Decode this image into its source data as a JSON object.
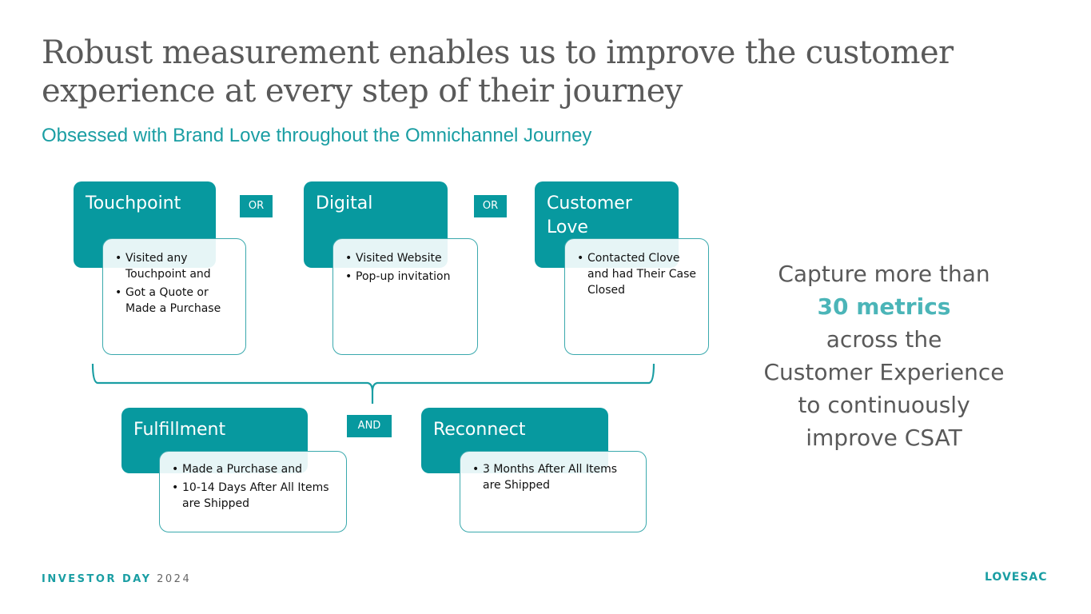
{
  "slide": {
    "title": "Robust measurement enables us to improve the customer experience at every step of their journey",
    "subtitle": "Obsessed with Brand Love throughout the Omnichannel Journey"
  },
  "diagram": {
    "top_row": [
      {
        "heading": "Touchpoint",
        "bullets": [
          "Visited any Touchpoint and",
          "Got a Quote or Made a Purchase"
        ]
      },
      {
        "heading": "Digital",
        "bullets": [
          "Visited Website",
          "Pop-up invitation"
        ]
      },
      {
        "heading": "Customer Love",
        "bullets": [
          "Contacted Clove and had Their Case Closed"
        ]
      }
    ],
    "top_connectors": [
      "OR",
      "OR"
    ],
    "bottom_row": [
      {
        "heading": "Fulfillment",
        "bullets": [
          "Made a Purchase and",
          "10-14 Days After All Items are Shipped"
        ]
      },
      {
        "heading": "Reconnect",
        "bullets": [
          "3 Months After All Items are Shipped"
        ]
      }
    ],
    "bottom_connector": "AND"
  },
  "callout": {
    "line1": "Capture more than",
    "highlight": "30 metrics",
    "line3": "across the",
    "line4": "Customer Experience",
    "line5": "to continuously",
    "line6": "improve CSAT"
  },
  "footer": {
    "event": "INVESTOR DAY",
    "year": "2024",
    "logo": "LOVESAC"
  },
  "colors": {
    "accent": "#07999f",
    "subtitle": "#1a9ea3",
    "highlight": "#4bb5b8",
    "title_text": "#5a5a5a"
  }
}
